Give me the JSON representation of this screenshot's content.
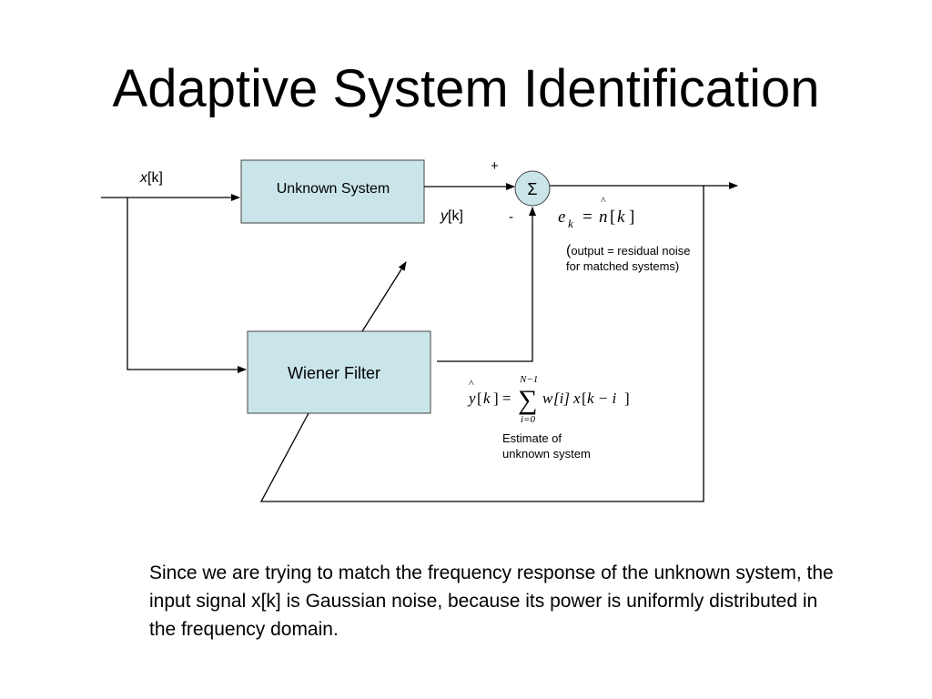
{
  "slide": {
    "title": "Adaptive System Identification",
    "body": "Since we are trying to match the frequency response of the unknown system, the input signal x[k] is Gaussian noise, because its power is uniformly distributed in the frequency domain."
  },
  "diagram": {
    "unknown_system_label": "Unknown System",
    "wiener_filter_label": "Wiener Filter",
    "input_var": "x",
    "input_idx": "[k]",
    "output_var": "y",
    "output_idx": "[k]",
    "sum_symbol": "Σ",
    "plus_sign": "+",
    "minus_sign": "-",
    "error_equation": {
      "hat": "^",
      "lhs": "e",
      "lhs_sub": "k",
      "rhs_eq": "=",
      "rhs_var": "n",
      "rhs_idx_open": "[",
      "rhs_idx": "k",
      "rhs_idx_close": "]"
    },
    "error_note": {
      "paren": "(",
      "line1": "output = residual noise",
      "line2": "for matched systems)"
    },
    "estimate_equation": {
      "hat": "^",
      "lhs": "y",
      "lhs_open": "[",
      "lhs_idx": "k",
      "lhs_close": "] =",
      "sum": "∑",
      "upper": "N−1",
      "lower": "i=0",
      "w": "w",
      "w_idx": "[i]",
      "x": "x",
      "x_open": "[",
      "x_idx": "k − i",
      "x_close": "]"
    },
    "estimate_note": {
      "line1": "Estimate of",
      "line2": "unknown system"
    },
    "colors": {
      "box_fill": "#c9e5e9",
      "box_stroke": "#444444",
      "line": "#000000"
    }
  }
}
